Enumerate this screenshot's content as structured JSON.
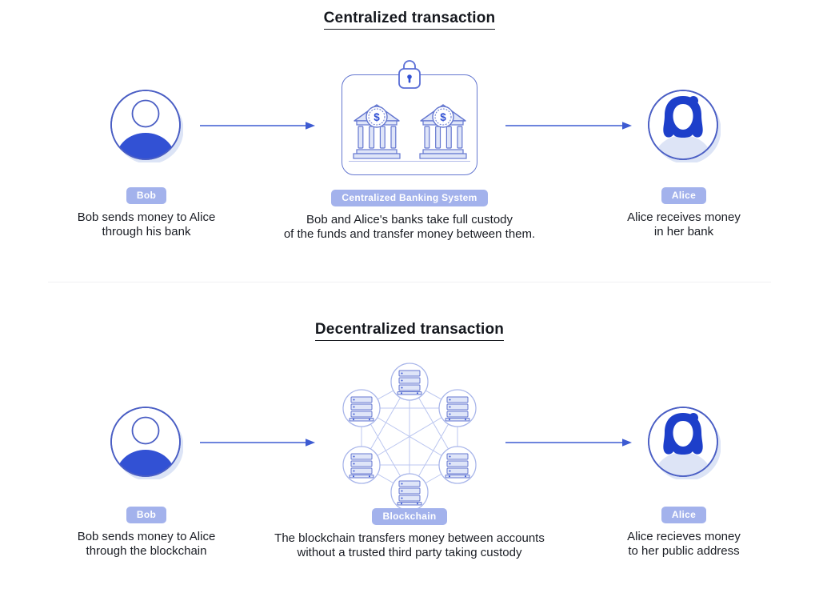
{
  "page": {
    "background": "#ffffff"
  },
  "colors": {
    "primary_blue": "#3251d4",
    "hair_blue": "#1d3fca",
    "avatar_stroke": "#4a5ec4",
    "box_stroke": "#6477d0",
    "lavender_fill": "#dfe5f8",
    "badge_bg": "#a3b2ec",
    "badge_text": "#ffffff",
    "arrow": "#3d5bd2",
    "network_line": "#bcc7f0",
    "text": "#15181e"
  },
  "icons": {
    "dollar_symbol": "$",
    "names": [
      "bob-avatar-icon",
      "alice-avatar-icon",
      "bank-icon",
      "lock-icon",
      "server-node-icon",
      "arrow-right-icon"
    ]
  },
  "sections": [
    {
      "title": "Centralized transaction",
      "left": {
        "badge": "Bob",
        "caption": "Bob sends money to Alice\nthrough his bank"
      },
      "center": {
        "badge": "Centralized Banking System",
        "caption": "Bob and Alice's banks take full custody\nof the funds and transfer money between them."
      },
      "right": {
        "badge": "Alice",
        "caption": "Alice receives money\nin her bank"
      }
    },
    {
      "title": "Decentralized transaction",
      "left": {
        "badge": "Bob",
        "caption": "Bob sends money to Alice\nthrough the blockchain"
      },
      "center": {
        "badge": "Blockchain",
        "caption": "The blockchain transfers money between accounts\nwithout a trusted third party taking custody"
      },
      "right": {
        "badge": "Alice",
        "caption": "Alice recieves money\nto her public address"
      }
    }
  ]
}
